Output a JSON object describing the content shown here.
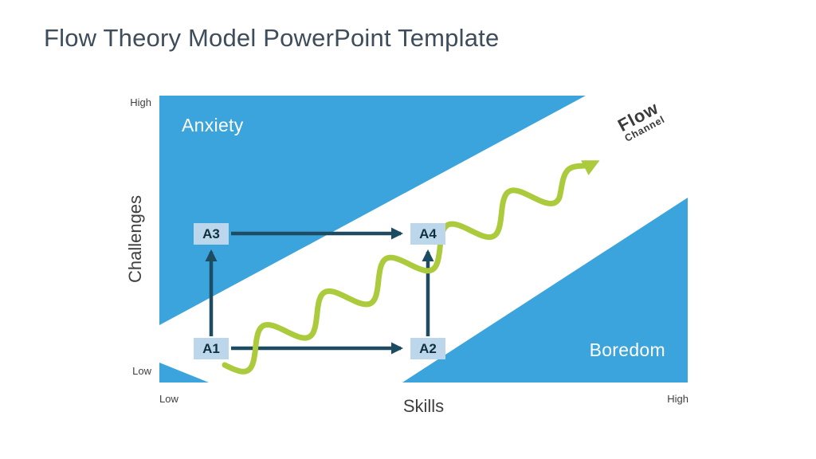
{
  "title": "Flow Theory Model PowerPoint Template",
  "colors": {
    "blue": "#3BA4DC",
    "green": "#ABCA3C",
    "navy": "#1D4B61",
    "label_box": "#BCD7EC",
    "label_text": "#10303F",
    "title_text": "#3E4D5C",
    "axis_text": "#3F3F3F",
    "region_text": "#FFFFFF",
    "flow_text": "#3A3A3A"
  },
  "axes": {
    "y_axis_label": "Challenges",
    "x_axis_label": "Skills",
    "y_top": "High",
    "y_bottom": "Low",
    "x_left": "Low",
    "x_right": "High"
  },
  "regions": {
    "anxiety": "Anxiety",
    "boredom": "Boredom",
    "flow_line1": "Flow",
    "flow_line2": "Channel"
  },
  "nodes": {
    "a1": "A1",
    "a2": "A2",
    "a3": "A3",
    "a4": "A4"
  },
  "diagram": {
    "type": "flow-theory-model",
    "x_axis": {
      "label": "Skills",
      "range": [
        "Low",
        "High"
      ]
    },
    "y_axis": {
      "label": "Challenges",
      "range": [
        "Low",
        "High"
      ]
    },
    "regions": [
      {
        "name": "Anxiety",
        "position": "upper-left (high challenge, low skill)"
      },
      {
        "name": "Flow Channel",
        "position": "diagonal band lower-left to upper-right"
      },
      {
        "name": "Boredom",
        "position": "lower-right (low challenge, high skill)"
      }
    ],
    "points": [
      {
        "id": "A1",
        "skill": "low",
        "challenge": "low"
      },
      {
        "id": "A2",
        "skill": "medium",
        "challenge": "low"
      },
      {
        "id": "A3",
        "skill": "low",
        "challenge": "medium"
      },
      {
        "id": "A4",
        "skill": "medium",
        "challenge": "medium"
      }
    ],
    "transitions": [
      [
        "A1",
        "A3"
      ],
      [
        "A1",
        "A2"
      ],
      [
        "A2",
        "A4"
      ],
      [
        "A3",
        "A4"
      ]
    ]
  }
}
